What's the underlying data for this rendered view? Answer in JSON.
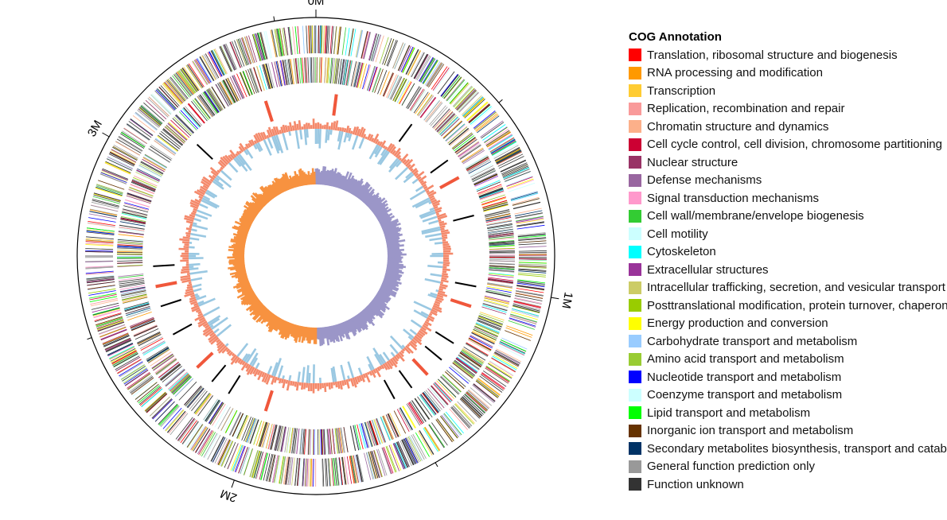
{
  "map": {
    "scale_labels": [
      "0M",
      "1M",
      "2M",
      "3M"
    ],
    "genome_size_mb": 3.6,
    "track_colors": {
      "gc_content": "#f4896b",
      "gc_skew_negative": "#9ac8e2",
      "gc_skew_positive_inner": "#9b96c8",
      "gc_skew_negative_inner": "#f79240",
      "rna_red": "#f0573b",
      "rna_black": "#000000"
    }
  },
  "legend": {
    "title": "COG Annotation",
    "items": [
      {
        "label": "Translation, ribosomal structure and biogenesis",
        "color": "#ff0000"
      },
      {
        "label": "RNA processing and modification",
        "color": "#ff9900"
      },
      {
        "label": "Transcription",
        "color": "#ffcc33"
      },
      {
        "label": "Replication, recombination and repair",
        "color": "#f99a9a"
      },
      {
        "label": "Chromatin structure and dynamics",
        "color": "#fcb08a"
      },
      {
        "label": "Cell cycle control, cell division, chromosome partitioning",
        "color": "#cc0033"
      },
      {
        "label": "Nuclear structure",
        "color": "#993366"
      },
      {
        "label": "Defense mechanisms",
        "color": "#9966a0"
      },
      {
        "label": "Signal transduction mechanisms",
        "color": "#ff99cc"
      },
      {
        "label": "Cell wall/membrane/envelope biogenesis",
        "color": "#33cc33"
      },
      {
        "label": "Cell motility",
        "color": "#ccffff"
      },
      {
        "label": "Cytoskeleton",
        "color": "#00ffff"
      },
      {
        "label": "Extracellular structures",
        "color": "#993399"
      },
      {
        "label": "Intracellular trafficking, secretion, and vesicular transport",
        "color": "#cccc66"
      },
      {
        "label": "Posttranslational modification, protein turnover, chaperones",
        "color": "#99cc00"
      },
      {
        "label": "Energy production and conversion",
        "color": "#ffff00"
      },
      {
        "label": "Carbohydrate transport and metabolism",
        "color": "#99ccff"
      },
      {
        "label": "Amino acid transport and metabolism",
        "color": "#99cc33"
      },
      {
        "label": "Nucleotide transport and metabolism",
        "color": "#0000ff"
      },
      {
        "label": "Coenzyme transport and metabolism",
        "color": "#ccffff"
      },
      {
        "label": "Lipid transport and metabolism",
        "color": "#00ff00"
      },
      {
        "label": "Inorganic ion transport and metabolism",
        "color": "#663300"
      },
      {
        "label": "Secondary metabolites biosynthesis, transport and catabolism",
        "color": "#003366"
      },
      {
        "label": "General function prediction only",
        "color": "#999999"
      },
      {
        "label": "Function unknown",
        "color": "#333333"
      }
    ]
  }
}
